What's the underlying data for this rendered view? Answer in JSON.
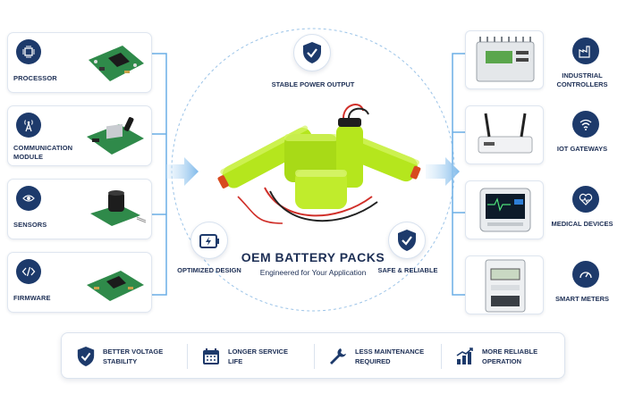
{
  "left_items": [
    {
      "label": "PROCESSOR",
      "icon": "processor-chip-icon"
    },
    {
      "label": "COMMUNICATION MODULE",
      "icon": "antenna-icon"
    },
    {
      "label": "SENSORS",
      "icon": "sensor-eye-icon"
    },
    {
      "label": "FIRMWARE",
      "icon": "code-brackets-icon"
    }
  ],
  "center": {
    "top_label": "STABLE POWER OUTPUT",
    "left_label": "OPTIMIZED DESIGN",
    "right_label": "SAFE & RELIABLE",
    "title": "OEM BATTERY PACKS",
    "subtitle": "Engineered for Your Application"
  },
  "right_items": [
    {
      "label": "INDUSTRIAL CONTROLLERS",
      "icon": "factory-icon"
    },
    {
      "label": "IOT GATEWAYS",
      "icon": "wifi-icon"
    },
    {
      "label": "MEDICAL DEVICES",
      "icon": "heart-pulse-icon"
    },
    {
      "label": "SMART METERS",
      "icon": "gauge-icon"
    }
  ],
  "benefits": [
    {
      "label": "BETTER VOLTAGE STABILITY",
      "icon": "shield-check-icon"
    },
    {
      "label": "LONGER SERVICE LIFE",
      "icon": "calendar-icon"
    },
    {
      "label": "LESS MAINTENANCE REQUIRED",
      "icon": "wrench-icon"
    },
    {
      "label": "MORE RELIABLE OPERATION",
      "icon": "growth-chart-icon"
    }
  ],
  "colors": {
    "navy": "#1d3a6b",
    "battery_green": "#b5e61d",
    "arrow_blue": "#8fc3ec",
    "bracket_blue": "#6aaee6"
  }
}
